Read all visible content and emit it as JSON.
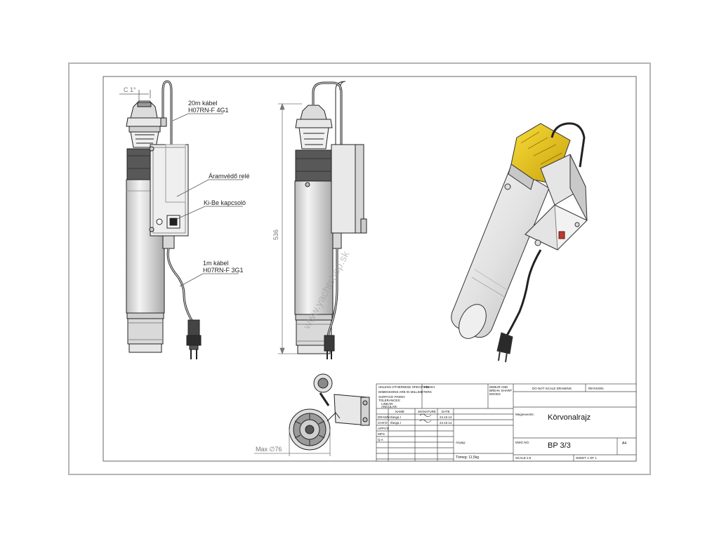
{
  "labels": {
    "chamfer": "C 1°",
    "cable_top_line1": "20m kábel",
    "cable_top_line2": "H07RN-F 4G1",
    "relay": "Áramvédő relé",
    "switch": "Ki-Be kapcsoló",
    "cable_bottom_line1": "1m kábel",
    "cable_bottom_line2": "H07RN-F 3G1",
    "height_dim": "536",
    "diameter_dim": "Max ∅76",
    "watermark": "www.yachtshop.sk"
  },
  "title_block": {
    "unless": "UNLESS OTHERWISE SPECIFIED:",
    "dims_mm": "DIMENSIONS ARE IN MILLIMETERS",
    "surface": "SURFACE FINISH:",
    "tolerances": "TOLERANCES:",
    "linear": "LINEAR:",
    "angular": "ANGULAR:",
    "finish": "FINISH:",
    "deburr_1": "DEBUR AND",
    "deburr_2": "BREAK SHARP",
    "deburr_3": "EDGES",
    "do_not_scale": "DO NOT SCALE DRAWING",
    "revision": "REVISION",
    "col_name": "NAME",
    "col_signature": "SIGNATURE",
    "col_date": "DATE",
    "row_drawn": "DRAWN",
    "row_chkd": "CHK'D",
    "row_appvd": "APPV'D",
    "row_mfg": "MFG",
    "row_qa": "Q.A",
    "name_1": "Ifanga I",
    "name_2": "Ifanga I",
    "date_1": "24.10.14",
    "date_2": "24.10.14",
    "title_label": "Megnevezés:",
    "title_value": "Körvonalrajz",
    "material_label": "Anyag:",
    "weight": "Tömeg: 11,5kg",
    "dwg_no_label": "DWG NO.",
    "dwg_no_value": "BP 3/3",
    "size": "A4",
    "scale": "SCALE:1:5",
    "sheet": "SHEET 1 OF 1"
  },
  "colors": {
    "line": "#222222",
    "body_gray": "#e3e3e3",
    "dark_band": "#555555",
    "yellow": "#e9c21a",
    "frame": "#b5b5b5"
  }
}
